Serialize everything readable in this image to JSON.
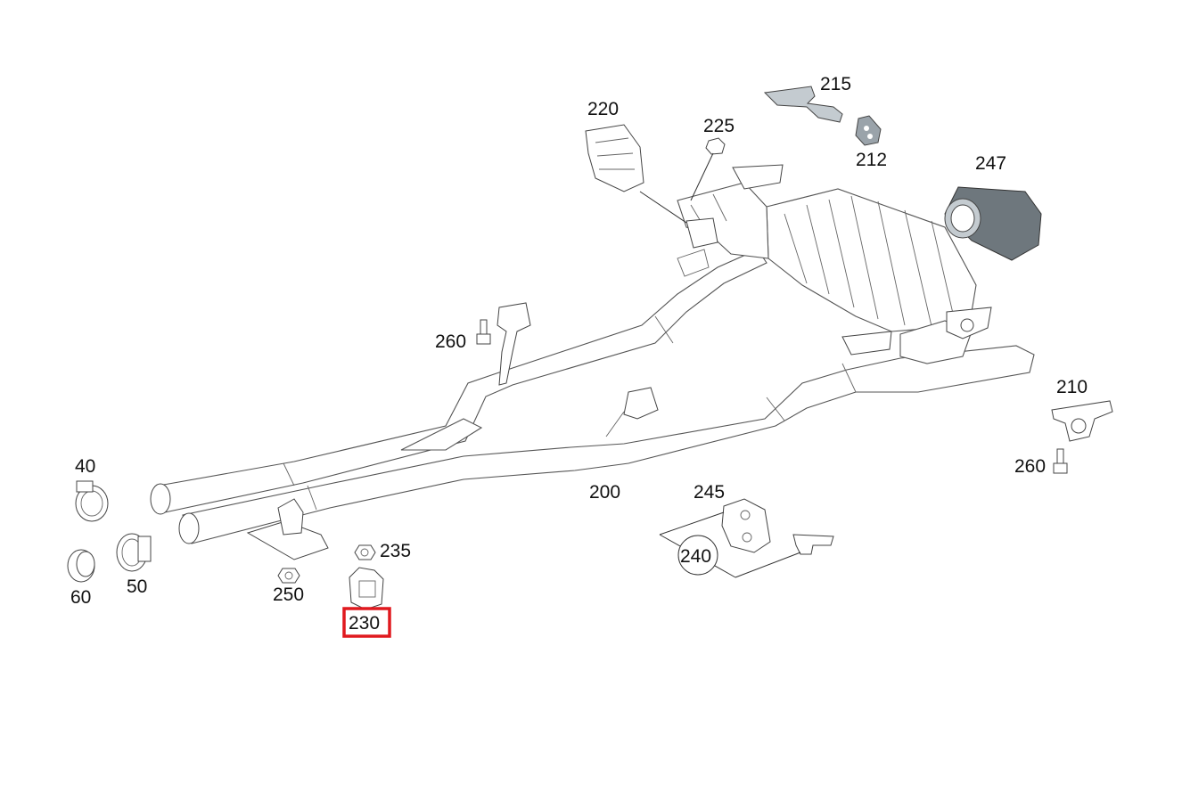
{
  "diagram": {
    "highlight_color": "#e0191e",
    "highlighted_part": "230",
    "labels": {
      "p40": "40",
      "p50": "50",
      "p60": "60",
      "p200": "200",
      "p210": "210",
      "p212": "212",
      "p215": "215",
      "p220": "220",
      "p225": "225",
      "p230": "230",
      "p235": "235",
      "p240": "240",
      "p245": "245",
      "p247": "247",
      "p250": "250",
      "p260a": "260",
      "p260b": "260"
    }
  }
}
